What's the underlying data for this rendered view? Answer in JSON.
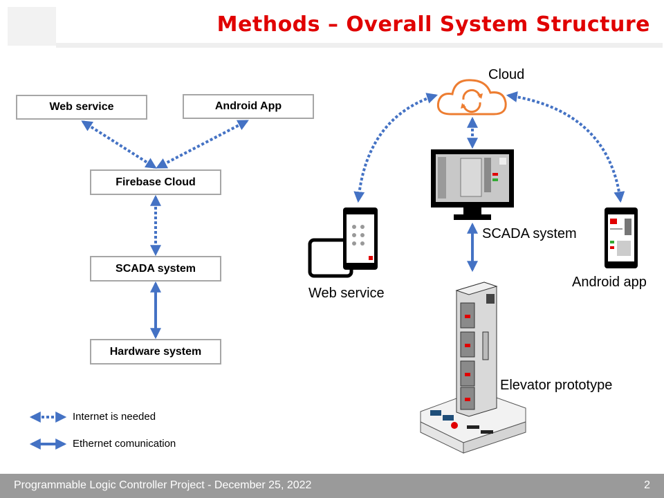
{
  "title": "Methods – Overall System Structure",
  "left_diagram": {
    "boxes": {
      "web_service": "Web service",
      "android_app": "Android App",
      "firebase_cloud": "Firebase Cloud",
      "scada_system": "SCADA system",
      "hardware_system": "Hardware system"
    }
  },
  "legend": {
    "dotted": "Internet is needed",
    "solid": "Ethernet comunication"
  },
  "right_diagram": {
    "cloud": "Cloud",
    "scada": "SCADA system",
    "web_service": "Web service",
    "android_app": "Android app",
    "elevator": "Elevator prototype"
  },
  "colors": {
    "title": "#e00000",
    "arrow": "#4472c4",
    "cloud": "#ed7d31",
    "box_border": "#a6a6a6",
    "footer": "#9a9a9a"
  },
  "footer": {
    "text": "Programmable Logic Controller Project - December 25, 2022",
    "page_number": "2"
  }
}
